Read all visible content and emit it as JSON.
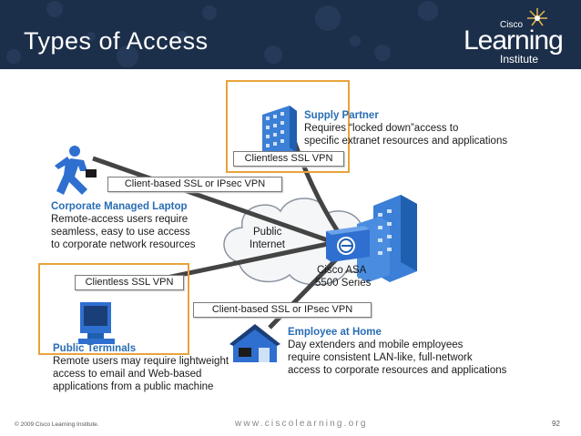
{
  "header": {
    "title": "Types of Access",
    "logo": {
      "small": "Cisco",
      "big": "Learning",
      "institute": "Institute"
    }
  },
  "diagram": {
    "supply_partner": {
      "title": "Supply Partner",
      "desc": [
        "Requires “locked down”access to",
        "specific extranet resources and applications"
      ]
    },
    "corporate_laptop": {
      "title": "Corporate Managed Laptop",
      "desc": [
        "Remote-access users require",
        "seamless, easy to use access",
        "to corporate network resources"
      ]
    },
    "public_terminals": {
      "title": "Public Terminals",
      "desc": [
        "Remote users may require lightweight",
        "access to email and Web-based",
        "applications from a public machine"
      ]
    },
    "employee_home": {
      "title": "Employee at Home",
      "desc": [
        "Day extenders and mobile employees",
        "require consistent LAN-like, full-network",
        "access to corporate resources and applications"
      ]
    },
    "internet": [
      "Public",
      "Internet"
    ],
    "asa": [
      "Cisco ASA",
      "5500 Series"
    ],
    "vpn_labels": {
      "supply": "Clientless SSL VPN",
      "laptop": "Client-based SSL or IPsec VPN",
      "terminal": "Clientless SSL VPN",
      "home": "Client-based SSL or IPsec VPN"
    }
  },
  "footer": {
    "copyright": "© 2009 Cisco Learning Institute.",
    "url": "www.ciscolearning.org",
    "page": "92"
  },
  "colors": {
    "header_bg": "#1c2f4a",
    "highlight": "#e8a33c",
    "heading_blue": "#2a6db5",
    "device_blue": "#2f6fd0"
  }
}
